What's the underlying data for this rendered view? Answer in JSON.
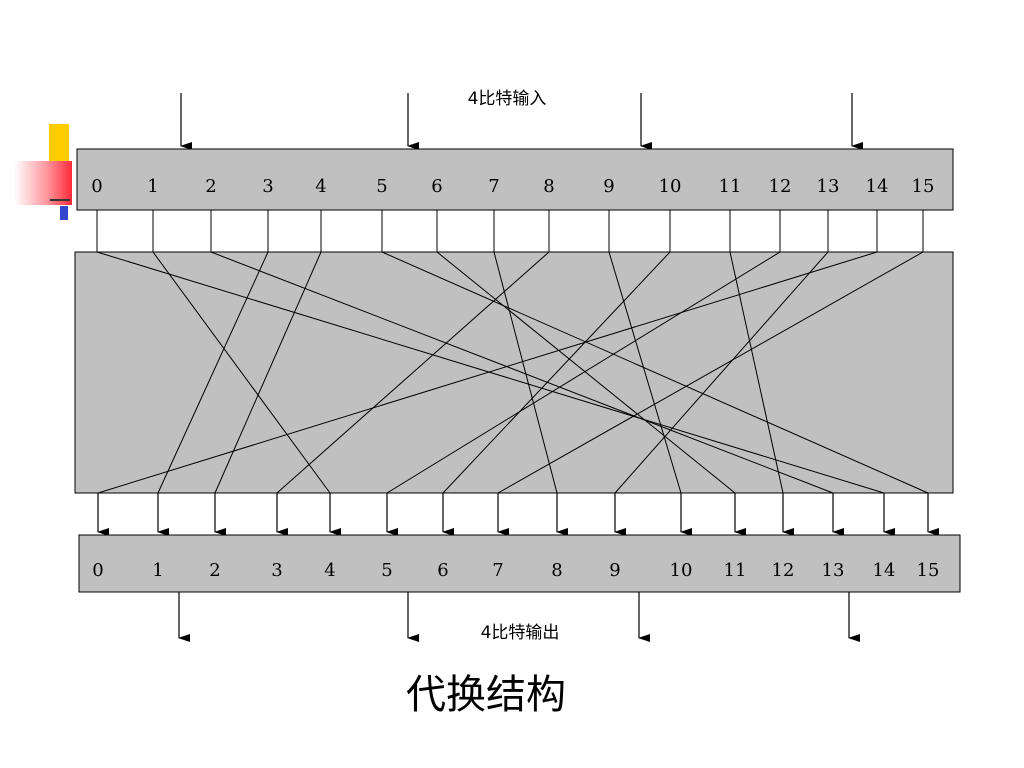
{
  "diagram": {
    "input_label": "4比特输入",
    "output_label": "4比特输出",
    "caption": "代换结构",
    "top_numbers": [
      "0",
      "1",
      "2",
      "3",
      "4",
      "5",
      "6",
      "7",
      "8",
      "9",
      "10",
      "11",
      "12",
      "13",
      "14",
      "15"
    ],
    "bottom_numbers": [
      "0",
      "1",
      "2",
      "3",
      "4",
      "5",
      "6",
      "7",
      "8",
      "9",
      "10",
      "11",
      "12",
      "13",
      "14",
      "15"
    ],
    "mapping": [
      14,
      4,
      13,
      1,
      2,
      15,
      11,
      8,
      3,
      10,
      6,
      12,
      5,
      9,
      0,
      7
    ],
    "input_arrow_count": 4,
    "output_arrow_count": 4,
    "colors": {
      "box_fill": "#c0c0c0",
      "stroke": "#000000"
    }
  }
}
